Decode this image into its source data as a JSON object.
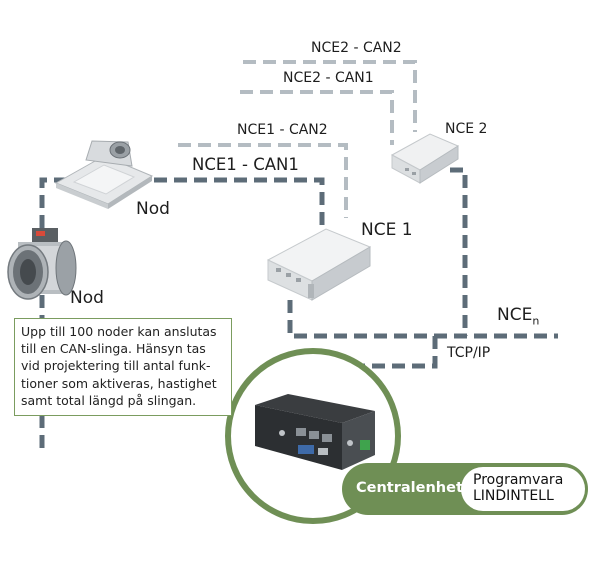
{
  "labels": {
    "nce2_can2": "NCE2 - CAN2",
    "nce2_can1": "NCE2 - CAN1",
    "nce1_can2": "NCE1 - CAN2",
    "nce1_can1": "NCE1 - CAN1",
    "nce2": "NCE 2",
    "nce1": "NCE 1",
    "nod_top": "Nod",
    "nod_left": "Nod",
    "ncen_main": "NCE",
    "ncen_sub": "n",
    "tcpip": "TCP/IP"
  },
  "note_lines": [
    "Upp till 100 noder kan anslutas",
    "till en CAN-slinga. Hänsyn tas",
    "vid projektering till antal funk-",
    "tioner som aktiveras, hastighet",
    "samt total längd på slingan."
  ],
  "central_unit": {
    "label": "Centralenhet",
    "software_line1": "Programvara",
    "software_line2": "LINDINTELL"
  },
  "colors": {
    "can_line_dark": "#5d6c78",
    "can_line_light": "#b4bcc2",
    "accent_green": "#6f8f55"
  }
}
